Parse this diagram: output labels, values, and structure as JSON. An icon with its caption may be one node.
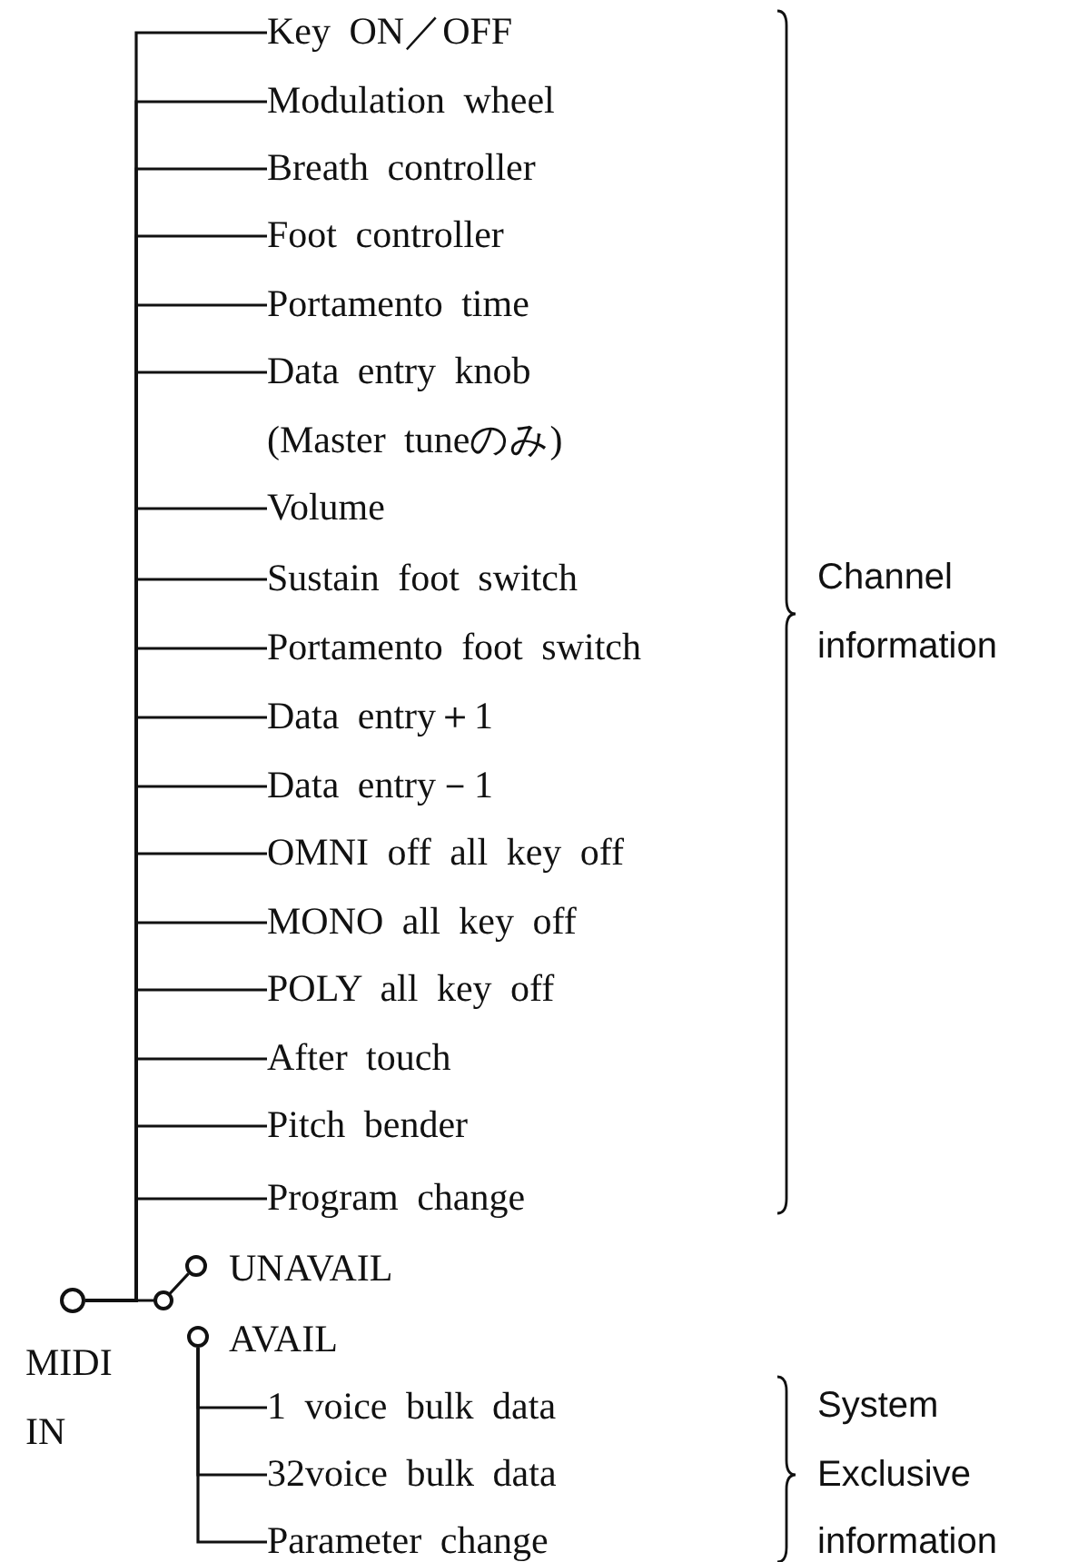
{
  "diagram": {
    "nodes": [
      {
        "text": [],
        "shape": "circle",
        "beside": [
          "MIDI IN"
        ]
      },
      {
        "text": [],
        "shape": "circle",
        "beside": [
          "UNAVAIL"
        ]
      },
      {
        "text": [],
        "shape": "circle",
        "beside": [
          "AVAIL"
        ]
      },
      {
        "text": [
          "Key ON／OFF"
        ]
      },
      {
        "text": [
          "Modulation wheel"
        ]
      },
      {
        "text": [
          "Breath controller"
        ]
      },
      {
        "text": [
          "Foot controller"
        ]
      },
      {
        "text": [
          "Portamento time"
        ]
      },
      {
        "text": [
          "Data entry knob (Master tuneのみ)"
        ]
      },
      {
        "text": [
          "Volume"
        ]
      },
      {
        "text": [
          "Sustain foot switch"
        ]
      },
      {
        "text": [
          "Portamento foot switch"
        ]
      },
      {
        "text": [
          "Data entry＋1"
        ]
      },
      {
        "text": [
          "Data entry－1"
        ]
      },
      {
        "text": [
          "OMNI off all key off"
        ]
      },
      {
        "text": [
          "MONO all key off"
        ]
      },
      {
        "text": [
          "POLY all key off"
        ]
      },
      {
        "text": [
          "After touch"
        ]
      },
      {
        "text": [
          "Pitch bender"
        ]
      },
      {
        "text": [
          "Program change"
        ]
      },
      {
        "text": [
          "1 voice bulk data"
        ]
      },
      {
        "text": [
          "32voice bulk data"
        ]
      },
      {
        "text": [
          "Parameter change"
        ]
      }
    ],
    "edges": [
      {
        "from": 0,
        "to": 3,
        "arrow": "none"
      },
      {
        "from": 0,
        "to": 4,
        "arrow": "none"
      },
      {
        "from": 0,
        "to": 5,
        "arrow": "none"
      },
      {
        "from": 0,
        "to": 6,
        "arrow": "none"
      },
      {
        "from": 0,
        "to": 7,
        "arrow": "none"
      },
      {
        "from": 0,
        "to": 8,
        "arrow": "none"
      },
      {
        "from": 0,
        "to": 9,
        "arrow": "none"
      },
      {
        "from": 0,
        "to": 10,
        "arrow": "none"
      },
      {
        "from": 0,
        "to": 11,
        "arrow": "none"
      },
      {
        "from": 0,
        "to": 12,
        "arrow": "none"
      },
      {
        "from": 0,
        "to": 13,
        "arrow": "none"
      },
      {
        "from": 0,
        "to": 14,
        "arrow": "none"
      },
      {
        "from": 0,
        "to": 15,
        "arrow": "none"
      },
      {
        "from": 0,
        "to": 16,
        "arrow": "none"
      },
      {
        "from": 0,
        "to": 17,
        "arrow": "none"
      },
      {
        "from": 0,
        "to": 18,
        "arrow": "none"
      },
      {
        "from": 0,
        "to": 19,
        "arrow": "none"
      },
      {
        "from": 0,
        "to": 1,
        "arrow": "none"
      },
      {
        "from": 2,
        "to": 20,
        "arrow": "none"
      },
      {
        "from": 2,
        "to": 21,
        "arrow": "none"
      },
      {
        "from": 2,
        "to": 22,
        "arrow": "none"
      }
    ],
    "labels": [
      "Channel information",
      "System Exclusive information"
    ]
  }
}
